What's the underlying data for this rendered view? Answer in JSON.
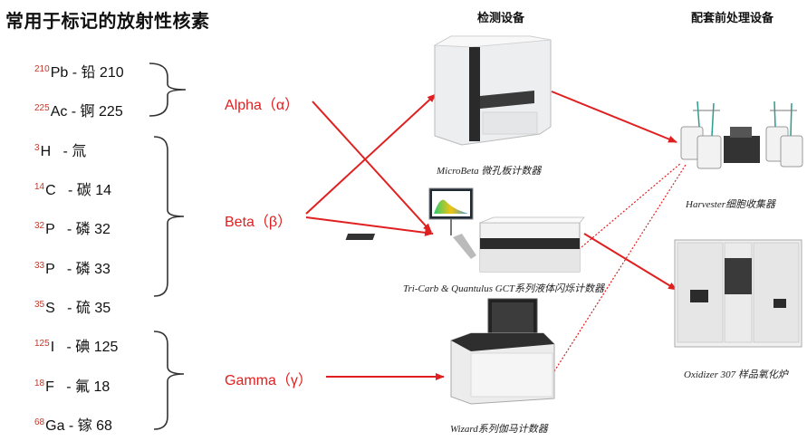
{
  "title": "常用于标记的放射性核素",
  "headers": {
    "detection": "检测设备",
    "pretreatment": "配套前处理设备"
  },
  "groups": [
    {
      "isotopes": [
        {
          "mass": "210",
          "text": "Pb - 铅 210"
        },
        {
          "mass": "225",
          "text": "Ac - 锕 225"
        }
      ],
      "ray": "Alpha（α）"
    },
    {
      "isotopes": [
        {
          "mass": "3",
          "text": "H   - 氚"
        },
        {
          "mass": "14",
          "text": "C   - 碳 14"
        },
        {
          "mass": "32",
          "text": "P   - 磷 32"
        },
        {
          "mass": "33",
          "text": "P   - 磷 33"
        },
        {
          "mass": "35",
          "text": "S   - 硫 35"
        }
      ],
      "ray": "Beta（β）"
    },
    {
      "isotopes": [
        {
          "mass": "125",
          "text": "I   - 碘 125"
        },
        {
          "mass": "18",
          "text": "F   - 氟 18"
        },
        {
          "mass": "68",
          "text": "Ga - 镓 68"
        }
      ],
      "ray": "Gamma（γ）"
    }
  ],
  "devices": {
    "microbeta": "MicroBeta 微孔板计数器",
    "tricarb": "Tri-Carb & Quantulus GCT系列液体闪烁计数器",
    "wizard": "Wizard系列伽马计数器",
    "harvester": "Harvester细胞收集器",
    "oxidizer": "Oxidizer 307 样品氧化炉"
  },
  "colors": {
    "arrow": "#e02020",
    "bracket": "#333333"
  }
}
